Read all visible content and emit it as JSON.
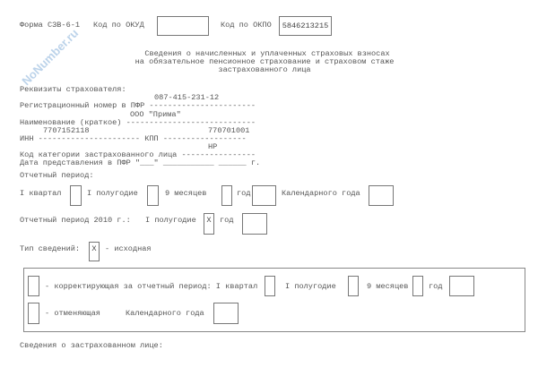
{
  "watermark": "NoNumber.ru",
  "header": {
    "form": "Форма СЗВ-6-1",
    "okud_label": "Код по ОКУД",
    "okud_value": "",
    "okpo_label": "Код по ОКПО",
    "okpo_value": "5846213215"
  },
  "title": [
    "Сведения о начисленных и уплаченных страховых взносах",
    "на обязательное пенсионное страхование и страховом стаже",
    "застрахованного лица"
  ],
  "insurer": {
    "heading": "Реквизиты страхователя:",
    "reg_number": "087-415-231-12",
    "reg_label": "Регистрационный номер в ПФР -----------------------",
    "name": "ООО \"Прима\"",
    "name_label": "Наименование (краткое) ----------------------------",
    "inn": "7707152118",
    "kpp": "770701001",
    "inn_kpp_label": "ИНН ---------------------- КПП ------------------",
    "category": "НР",
    "category_label": "Код категории застрахованного лица ----------------",
    "date_label": "Дата представления в ПФР \"___\" ___________ ______ г."
  },
  "period": {
    "heading": "Отчетный период:",
    "q1": "I квартал",
    "h1": "I полугодие",
    "m9": "9 месяцев",
    "year": "год",
    "cal_year": "Календарного года"
  },
  "period2010": {
    "label": "Отчетный период 2010 г.:",
    "h1": "I полугодие",
    "h1_value": "X",
    "year": "год",
    "year_value": ""
  },
  "type": {
    "label": "Тип сведений:",
    "value": "X",
    "initial": "- исходная"
  },
  "correction": {
    "corr_label": "- корректирующая за отчетный период: I квартал",
    "h1": "I полугодие",
    "m9": "9 месяцев",
    "year": "год",
    "cancel_label": "- отменяющая",
    "cal_year": "Календарного года"
  },
  "insured_heading": "Сведения о застрахованном лице:"
}
